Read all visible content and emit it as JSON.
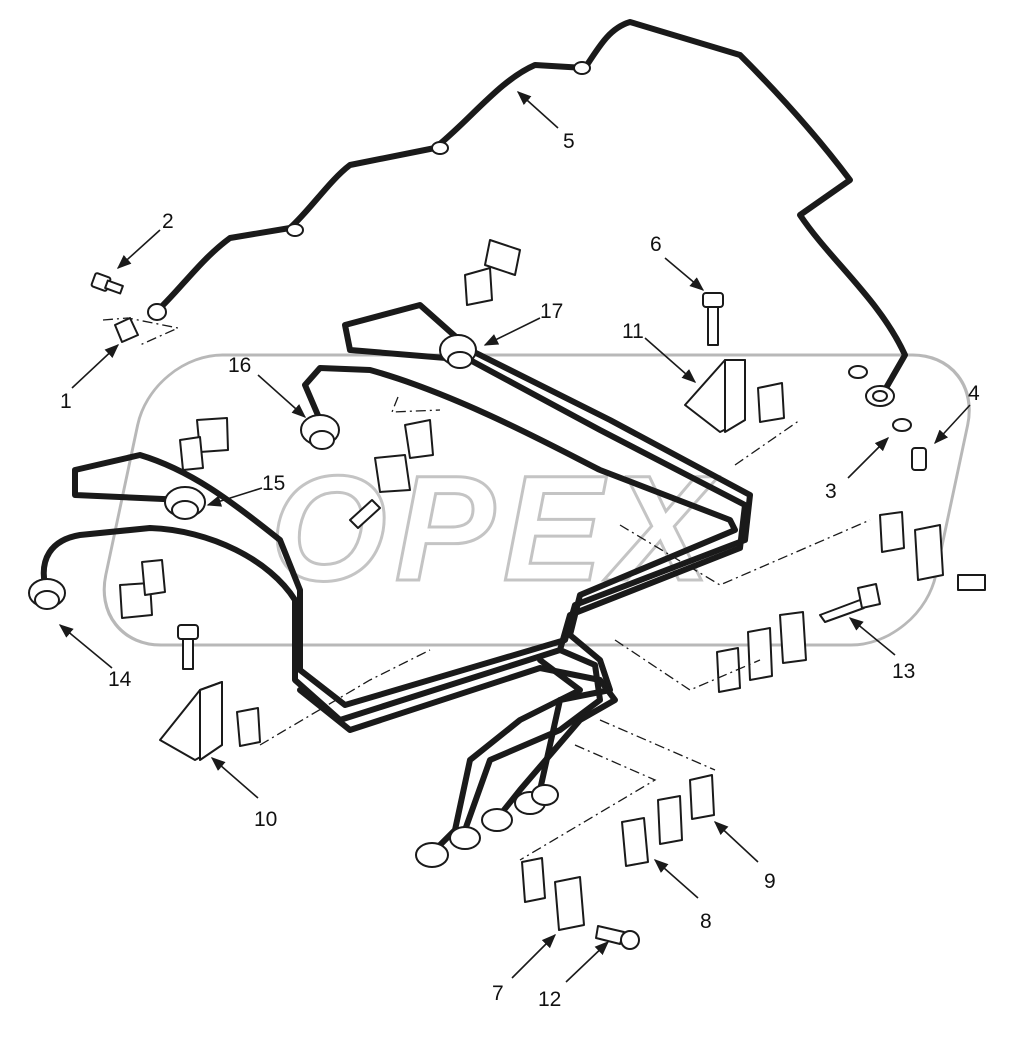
{
  "diagram": {
    "watermark": "OPEX",
    "callouts": [
      {
        "id": "1",
        "label": "1"
      },
      {
        "id": "2",
        "label": "2"
      },
      {
        "id": "3",
        "label": "3"
      },
      {
        "id": "4",
        "label": "4"
      },
      {
        "id": "5",
        "label": "5"
      },
      {
        "id": "6",
        "label": "6"
      },
      {
        "id": "7",
        "label": "7"
      },
      {
        "id": "8",
        "label": "8"
      },
      {
        "id": "9",
        "label": "9"
      },
      {
        "id": "10",
        "label": "10"
      },
      {
        "id": "11",
        "label": "11"
      },
      {
        "id": "12",
        "label": "12"
      },
      {
        "id": "13",
        "label": "13"
      },
      {
        "id": "14",
        "label": "14"
      },
      {
        "id": "15",
        "label": "15"
      },
      {
        "id": "16",
        "label": "16"
      },
      {
        "id": "17",
        "label": "17"
      }
    ]
  }
}
